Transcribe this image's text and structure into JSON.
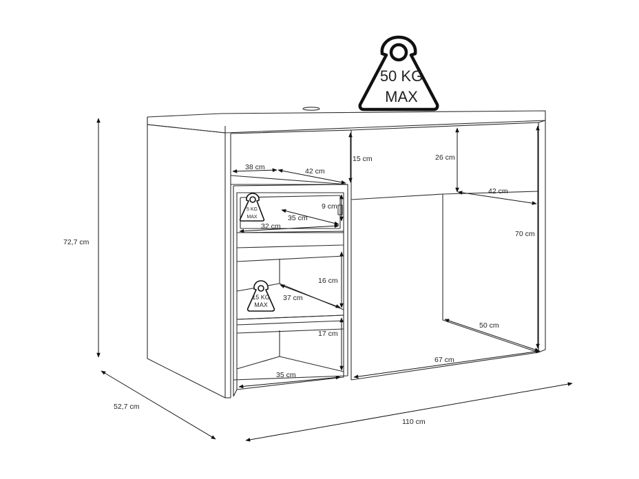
{
  "weight_badges": {
    "top": {
      "line1": "50 KG",
      "line2": "MAX"
    },
    "drawer": {
      "line1": "5 KG",
      "line2": "MAX"
    },
    "shelf": {
      "line1": "15 KG",
      "line2": "MAX"
    }
  },
  "dimensions": {
    "height": "72,7 cm",
    "depth": "52,7 cm",
    "width": "110 cm",
    "drawer_inner_width": "38 cm",
    "drawer_inner_depth": "42 cm",
    "drawer_front_height": "15 cm",
    "small_drawer_height": "9 cm",
    "small_drawer_depth": "35 cm",
    "small_drawer_width": "32 cm",
    "middle_shelf_height": "16 cm",
    "middle_shelf_depth": "37 cm",
    "bottom_shelf_height": "17 cm",
    "bottom_shelf_width": "35 cm",
    "kneehole_top_height": "26 cm",
    "kneehole_top_depth": "42 cm",
    "legroom_height": "70 cm",
    "legroom_depth": "50 cm",
    "legroom_width": "67 cm"
  }
}
